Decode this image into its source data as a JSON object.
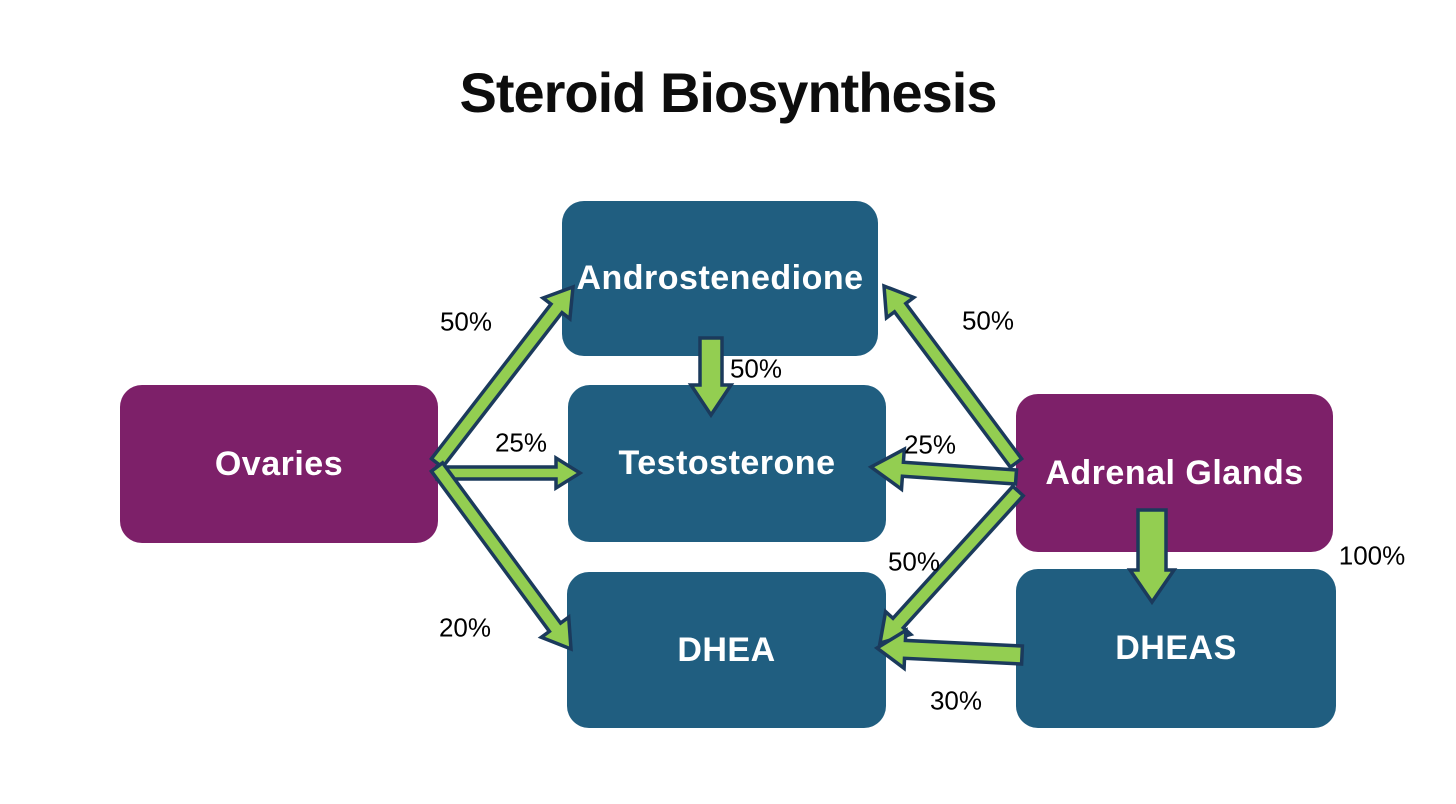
{
  "title": "Steroid Biosynthesis",
  "colors": {
    "organ_box": "#7d2069",
    "hormone_box": "#205e80",
    "arrow_fill": "#93ce51",
    "arrow_outline": "#1b3a5c",
    "box_text": "#ffffff",
    "label_text": "#000000"
  },
  "nodes": {
    "ovaries": {
      "label": "Ovaries",
      "type": "organ"
    },
    "androstenedione": {
      "label": "Androstenedione",
      "type": "hormone"
    },
    "testosterone": {
      "label": "Testosterone",
      "type": "hormone"
    },
    "adrenal_glands": {
      "label": "Adrenal Glands",
      "type": "organ"
    },
    "dhea": {
      "label": "DHEA",
      "type": "hormone"
    },
    "dheas": {
      "label": "DHEAS",
      "type": "hormone"
    }
  },
  "connections": [
    {
      "from": "Ovaries",
      "to": "Androstenedione",
      "label": "50%"
    },
    {
      "from": "Ovaries",
      "to": "Testosterone",
      "label": "25%"
    },
    {
      "from": "Ovaries",
      "to": "DHEA",
      "label": "20%"
    },
    {
      "from": "Androstenedione",
      "to": "Testosterone",
      "label": "50%"
    },
    {
      "from": "Adrenal Glands",
      "to": "Androstenedione",
      "label": "50%"
    },
    {
      "from": "Adrenal Glands",
      "to": "Testosterone",
      "label": "25%"
    },
    {
      "from": "Adrenal Glands",
      "to": "DHEA",
      "label": "50%"
    },
    {
      "from": "Adrenal Glands",
      "to": "DHEAS",
      "label": "100%"
    },
    {
      "from": "DHEAS",
      "to": "DHEA",
      "label": "30%"
    }
  ]
}
